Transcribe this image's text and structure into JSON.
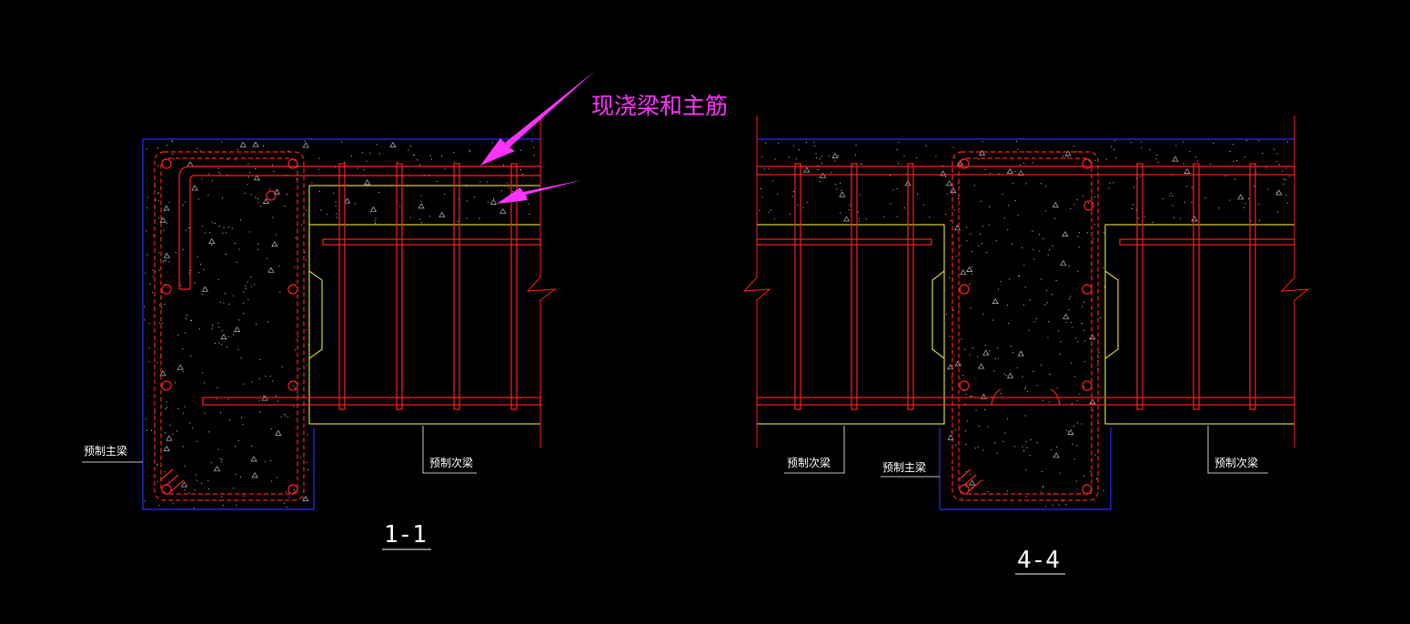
{
  "annotation": {
    "text": "现浇梁和主筋",
    "color": "#ff33ff"
  },
  "sections": [
    {
      "id": "1-1",
      "title": "1-1",
      "labels": {
        "main_beam": "预制主梁",
        "secondary_beam": "预制次梁"
      }
    },
    {
      "id": "4-4",
      "title": "4-4",
      "labels": {
        "secondary_beam_left": "预制次梁",
        "main_beam": "预制主梁",
        "secondary_beam_right": "预制次梁"
      }
    }
  ],
  "colors": {
    "background": "#000000",
    "rebar": "#ff2020",
    "outline_blue": "#2a2aff",
    "yellow": "#ffff44",
    "concrete_dots": "#ffffff",
    "leader_text": "#ffffff"
  },
  "icons": {
    "arrow": "magenta-arrow-icon"
  }
}
